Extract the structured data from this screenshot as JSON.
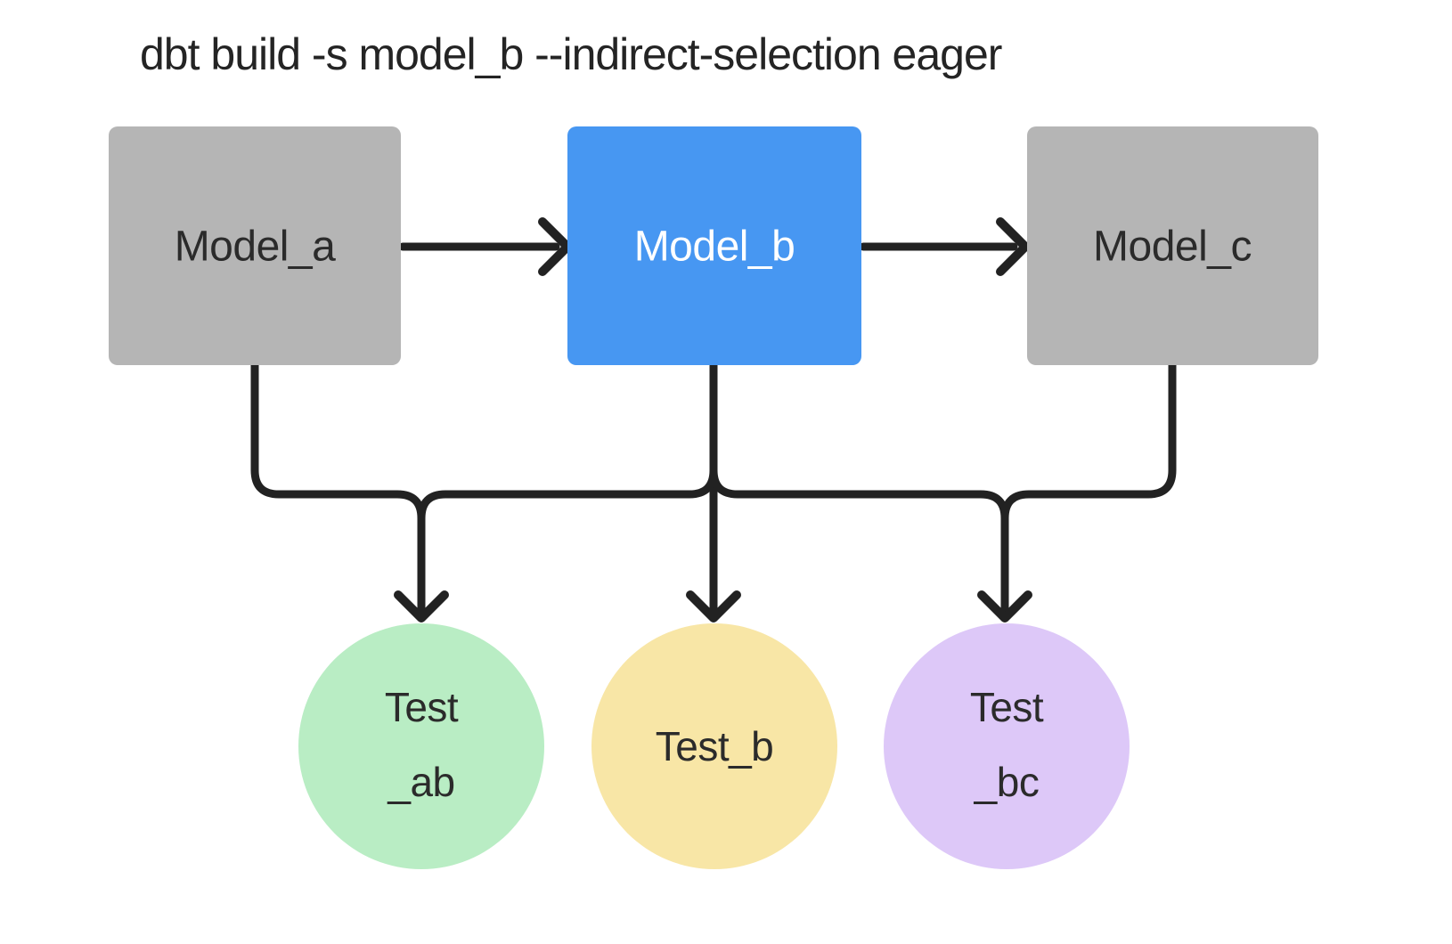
{
  "title": "dbt build -s model_b --indirect-selection eager",
  "colors": {
    "background": "#ffffff",
    "edge": "#222222",
    "title_text": "#242424",
    "model_text_dark": "#2b2b2b",
    "model_text_light": "#ffffff",
    "test_text": "#2b2b2b"
  },
  "diagram": {
    "models": [
      {
        "id": "model_a",
        "label": "Model_a",
        "fill": "#b5b5b5",
        "text_color": "#2b2b2b",
        "selected": false
      },
      {
        "id": "model_b",
        "label": "Model_b",
        "fill": "#4797f2",
        "text_color": "#ffffff",
        "selected": true
      },
      {
        "id": "model_c",
        "label": "Model_c",
        "fill": "#b5b5b5",
        "text_color": "#2b2b2b",
        "selected": false
      }
    ],
    "tests": [
      {
        "id": "test_ab",
        "line1": "Test",
        "line2": "_ab",
        "fill": "#b9edc4"
      },
      {
        "id": "test_b",
        "line1": "Test_b",
        "line2": "",
        "fill": "#f8e6a6"
      },
      {
        "id": "test_bc",
        "line1": "Test",
        "line2": "_bc",
        "fill": "#ddc8f8"
      }
    ],
    "edges": [
      {
        "from": "model_a",
        "to": "model_b"
      },
      {
        "from": "model_b",
        "to": "model_c"
      },
      {
        "from": "model_a",
        "to": "test_ab"
      },
      {
        "from": "model_b",
        "to": "test_ab"
      },
      {
        "from": "model_b",
        "to": "test_b"
      },
      {
        "from": "model_b",
        "to": "test_bc"
      },
      {
        "from": "model_c",
        "to": "test_bc"
      }
    ]
  }
}
